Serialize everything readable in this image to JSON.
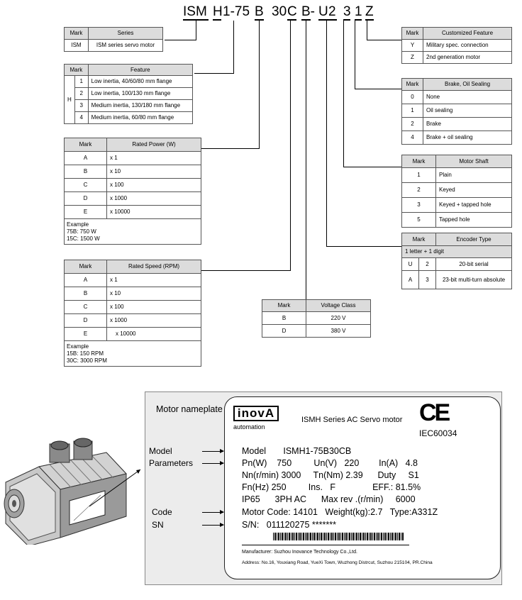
{
  "model_code": {
    "segments": [
      "ISM",
      "H",
      "1-75",
      "B",
      "30",
      "C",
      "B-",
      "U",
      "2",
      "3",
      "1",
      "Z"
    ]
  },
  "tables": {
    "series": {
      "headers": [
        "Mark",
        "Series"
      ],
      "rows": [
        [
          "ISM",
          "ISM series servo motor"
        ]
      ]
    },
    "feature": {
      "headers": [
        "Mark",
        "Feature"
      ],
      "group_mark": "H",
      "rows": [
        [
          "1",
          "Low inertia, 40/60/80 mm flange"
        ],
        [
          "2",
          "Low inertia, 100/130 mm flange"
        ],
        [
          "3",
          "Medium inertia, 130/180 mm flange"
        ],
        [
          "4",
          "Medium inertia, 60/80 mm flange"
        ]
      ]
    },
    "rated_power": {
      "headers": [
        "Mark",
        "Rated Power (W)"
      ],
      "rows": [
        [
          "A",
          "x 1"
        ],
        [
          "B",
          "x 10"
        ],
        [
          "C",
          "x 100"
        ],
        [
          "D",
          "x 1000"
        ],
        [
          "E",
          "x 10000"
        ]
      ],
      "example": [
        "Example",
        "75B: 750 W",
        "15C: 1500 W"
      ]
    },
    "rated_speed": {
      "headers": [
        "Mark",
        "Rated Speed (RPM)"
      ],
      "rows": [
        [
          "A",
          "x 1"
        ],
        [
          "B",
          "x 10"
        ],
        [
          "C",
          "x 100"
        ],
        [
          "D",
          "x 1000"
        ],
        [
          "E",
          "x 10000"
        ]
      ],
      "example": [
        "Example",
        "15B: 150 RPM",
        "30C: 3000 RPM"
      ]
    },
    "voltage": {
      "headers": [
        "Mark",
        "Voltage Class"
      ],
      "rows": [
        [
          "B",
          "220 V"
        ],
        [
          "D",
          "380 V"
        ]
      ]
    },
    "customized": {
      "headers": [
        "Mark",
        "Customized Feature"
      ],
      "rows": [
        [
          "Y",
          "Military spec. connection"
        ],
        [
          "Z",
          "2nd generation motor"
        ]
      ]
    },
    "brake": {
      "headers": [
        "Mark",
        "Brake, Oil Sealing"
      ],
      "rows": [
        [
          "0",
          "None"
        ],
        [
          "1",
          "Oil sealing"
        ],
        [
          "2",
          "Brake"
        ],
        [
          "4",
          "Brake + oil sealing"
        ]
      ]
    },
    "shaft": {
      "headers": [
        "Mark",
        "Motor Shaft"
      ],
      "rows": [
        [
          "1",
          "Plain"
        ],
        [
          "2",
          "Keyed"
        ],
        [
          "3",
          "Keyed + tapped hole"
        ],
        [
          "5",
          "Tapped hole"
        ]
      ]
    },
    "encoder": {
      "headers": [
        "Mark",
        "Encoder Type"
      ],
      "subheader": "1 letter + 1 digit",
      "rows": [
        [
          "U",
          "2",
          "20-bit serial"
        ],
        [
          "A",
          "3",
          "23-bit multi-turn absolute"
        ]
      ]
    }
  },
  "nameplate": {
    "caption": "Motor nameplate",
    "left_labels": {
      "model": "Model",
      "parameters": "Parameters",
      "code": "Code",
      "sn": "SN"
    },
    "logo": "inovA",
    "logo_sub": "automation",
    "series_title": "ISMH Series AC Servo motor",
    "ce_mark": "CE",
    "iec": "IEC60034",
    "lines": [
      "Model       ISMH1-75B30CB",
      "Pn(W)    750         Un(V)   220        In(A)   4.8",
      "Nn(r/min) 3000     Tn(Nm) 2.39      Duty     S1",
      "Fn(Hz) 250         Ins.   F               EFF.: 81.5%",
      "IP65      3PH AC      Max rev .(r/min)     6000",
      "Motor Code: 14101   Weight(kg):2.7   Type:A331Z",
      "S/N:   011120275 *******"
    ],
    "manufacturer": "Manufacturer: Suzhou Inovance Technology Co.,Ltd.",
    "address": "Address: No.16, Youxiang Road, YueXi Town, Wuzhong Distrcut, Suzhou 215104, PR.China"
  }
}
